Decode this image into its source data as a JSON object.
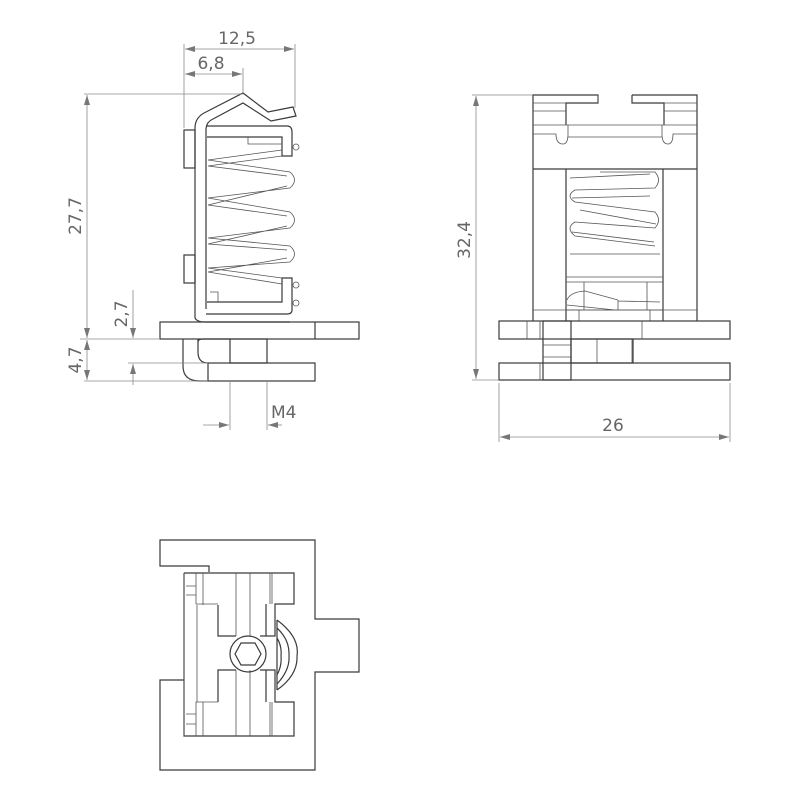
{
  "drawing": {
    "side_view": {
      "dimensions": {
        "overall_width": "12,5",
        "clip_offset": "6,8",
        "clip_height": "27,7",
        "plate_gap": "2,7",
        "base_height": "4,7",
        "thread": "M4"
      }
    },
    "front_view": {
      "dimensions": {
        "overall_height": "32,4",
        "overall_width": "26"
      }
    },
    "top_view": {}
  }
}
